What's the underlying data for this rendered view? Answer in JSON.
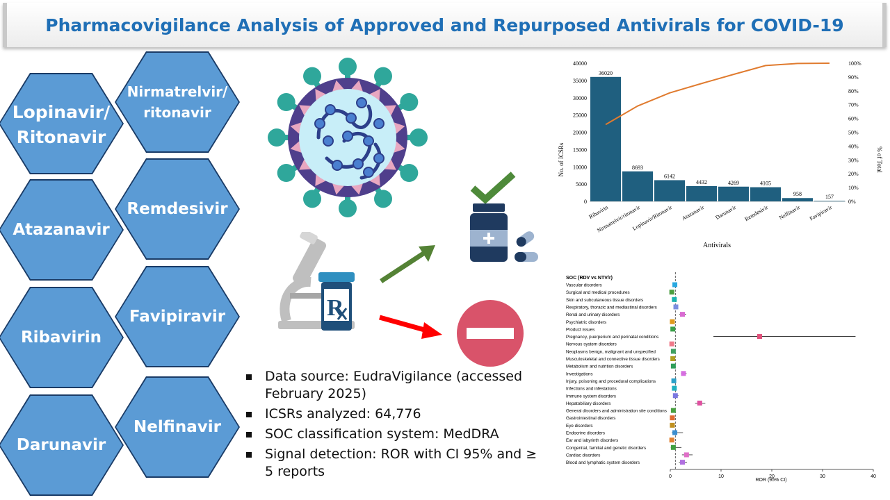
{
  "title": "Pharmacovigilance Analysis of Approved and Repurposed Antivirals for COVID-19",
  "hexagons": [
    {
      "line1": "Lopinavir/",
      "line2": "Ritonavir"
    },
    {
      "line1": "Nirmatrelvir/",
      "line2": "ritonavir"
    },
    {
      "line1": "Atazanavir",
      "line2": ""
    },
    {
      "line1": "Remdesivir",
      "line2": ""
    },
    {
      "line1": "Ribavirin",
      "line2": ""
    },
    {
      "line1": "Favipiravir",
      "line2": ""
    },
    {
      "line1": "Darunavir",
      "line2": ""
    },
    {
      "line1": "Nelfinavir",
      "line2": ""
    }
  ],
  "bullets": [
    "Data source: EudraVigilance (accessed February 2025)",
    "ICSRs analyzed: 64,776",
    "SOC classification system: MedDRA",
    "Signal detection: ROR with CI 95% and ≥ 5 reports"
  ],
  "colors": {
    "title": "#1f6fb6",
    "hexagon": "#5b9bd5",
    "bar": "#1f5f7f",
    "cumulative_line": "#e07b2f",
    "virus": "#2fa79b",
    "arrow_up": "#548235",
    "arrow_down": "#ff0000",
    "stop_sign": "#d9536a"
  },
  "icons": [
    "virus-icon",
    "microscope-icon",
    "prescription-bottle-icon",
    "pill-bottle-icon",
    "check-icon",
    "capsule-icon",
    "stop-sign-icon"
  ],
  "chart_data": [
    {
      "type": "bar",
      "title": "",
      "xlabel": "Antivirals",
      "ylabel": "No. of ICSRs",
      "y2label": "% of Total",
      "categories": [
        "Ribavirin",
        "Nirmatrelvir/ritonavir",
        "Lopinavir/Ritonavir",
        "Atazanavir",
        "Darunavir",
        "Remdesivir",
        "Nelfinavir",
        "Favipiravir"
      ],
      "values": [
        36020,
        8693,
        6142,
        4432,
        4269,
        4105,
        958,
        157
      ],
      "cumulative_percent": [
        55.6,
        69.0,
        78.5,
        85.3,
        91.9,
        98.3,
        99.8,
        100.0
      ],
      "ylim": [
        0,
        40000
      ],
      "yticks": [
        "0",
        "5000",
        "10000",
        "15000",
        "20000",
        "25000",
        "30000",
        "35000",
        "40000"
      ],
      "y2lim": [
        0,
        100
      ],
      "y2ticks": [
        "0%",
        "10%",
        "20%",
        "30%",
        "40%",
        "50%",
        "60%",
        "70%",
        "80%",
        "90%",
        "100%"
      ],
      "grid": false,
      "legend": "none"
    },
    {
      "type": "scatter",
      "subtype": "forest",
      "title": "",
      "header": "SOC (RDV vs NTV/r)",
      "xlabel": "ROR (95% CI)",
      "xlim": [
        0,
        40
      ],
      "xticks": [
        0,
        10,
        20,
        30,
        40
      ],
      "reference_line": 1,
      "rows": [
        {
          "label": "Vascular disorders",
          "ror": 0.9,
          "low": 0.6,
          "high": 1.3,
          "color": "#29a8e0"
        },
        {
          "label": "Surgical and medical procedures",
          "ror": 0.3,
          "low": 0.2,
          "high": 0.5,
          "color": "#4a9e3f"
        },
        {
          "label": "Skin and subcutaneous tissue disorders",
          "ror": 0.8,
          "low": 0.6,
          "high": 1.0,
          "color": "#18b3b0"
        },
        {
          "label": "Respiratory, thoracic and mediastinal disorders",
          "ror": 1.1,
          "low": 0.8,
          "high": 1.5,
          "color": "#7b8de0"
        },
        {
          "label": "Renal and urinary disorders",
          "ror": 2.4,
          "low": 1.8,
          "high": 3.1,
          "color": "#d96bd2"
        },
        {
          "label": "Psychiatric disorders",
          "ror": 0.4,
          "low": 0.2,
          "high": 0.7,
          "color": "#e09a1d"
        },
        {
          "label": "Product issues",
          "ror": 0.5,
          "low": 0.3,
          "high": 0.8,
          "color": "#3aa04a"
        },
        {
          "label": "Pregnancy, puerperium and perinatal conditions",
          "ror": 17.6,
          "low": 8.5,
          "high": 36.5,
          "color": "#e0507a"
        },
        {
          "label": "Nervous system disorders",
          "ror": 0.3,
          "low": 0.2,
          "high": 0.5,
          "color": "#f07a8a"
        },
        {
          "label": "Neoplasms benign, malignant and unspecified",
          "ror": 0.6,
          "low": 0.4,
          "high": 1.0,
          "color": "#3fa060"
        },
        {
          "label": "Musculoskeletal and connective tissue disorders",
          "ror": 0.5,
          "low": 0.3,
          "high": 0.8,
          "color": "#b0a020"
        },
        {
          "label": "Metabolism and nutrition disorders",
          "ror": 0.6,
          "low": 0.4,
          "high": 0.9,
          "color": "#2f9e5a"
        },
        {
          "label": "Investigations",
          "ror": 2.6,
          "low": 2.1,
          "high": 3.2,
          "color": "#d66ee0"
        },
        {
          "label": "Injury, poisoning and procedural complications",
          "ror": 0.7,
          "low": 0.5,
          "high": 0.9,
          "color": "#2aa0c8"
        },
        {
          "label": "Infections and infestations",
          "ror": 0.8,
          "low": 0.6,
          "high": 1.1,
          "color": "#1fb0c0"
        },
        {
          "label": "Immune system disorders",
          "ror": 1.0,
          "low": 0.6,
          "high": 1.6,
          "color": "#7b78e0"
        },
        {
          "label": "Hepatobiliary disorders",
          "ror": 5.8,
          "low": 4.9,
          "high": 6.9,
          "color": "#e050a0"
        },
        {
          "label": "General disorders and administration site conditions",
          "ror": 0.6,
          "low": 0.5,
          "high": 0.7,
          "color": "#48a040"
        },
        {
          "label": "Gastrointestinal disorders",
          "ror": 0.4,
          "low": 0.3,
          "high": 0.5,
          "color": "#e06a30"
        },
        {
          "label": "Eye disorders",
          "ror": 0.4,
          "low": 0.2,
          "high": 0.8,
          "color": "#c09020"
        },
        {
          "label": "Endocrine disorders",
          "ror": 0.9,
          "low": 0.3,
          "high": 2.5,
          "color": "#3b8ed0"
        },
        {
          "label": "Ear and labyrinth disorders",
          "ror": 0.3,
          "low": 0.1,
          "high": 0.8,
          "color": "#e08030"
        },
        {
          "label": "Congenital, familial and genetic disorders",
          "ror": 0.6,
          "low": 0.1,
          "high": 2.2,
          "color": "#40a040"
        },
        {
          "label": "Cardiac disorders",
          "ror": 3.2,
          "low": 2.3,
          "high": 4.4,
          "color": "#e070c8"
        },
        {
          "label": "Blood and lymphatic system disorders",
          "ror": 2.4,
          "low": 1.7,
          "high": 3.3,
          "color": "#b070e0"
        }
      ]
    }
  ]
}
